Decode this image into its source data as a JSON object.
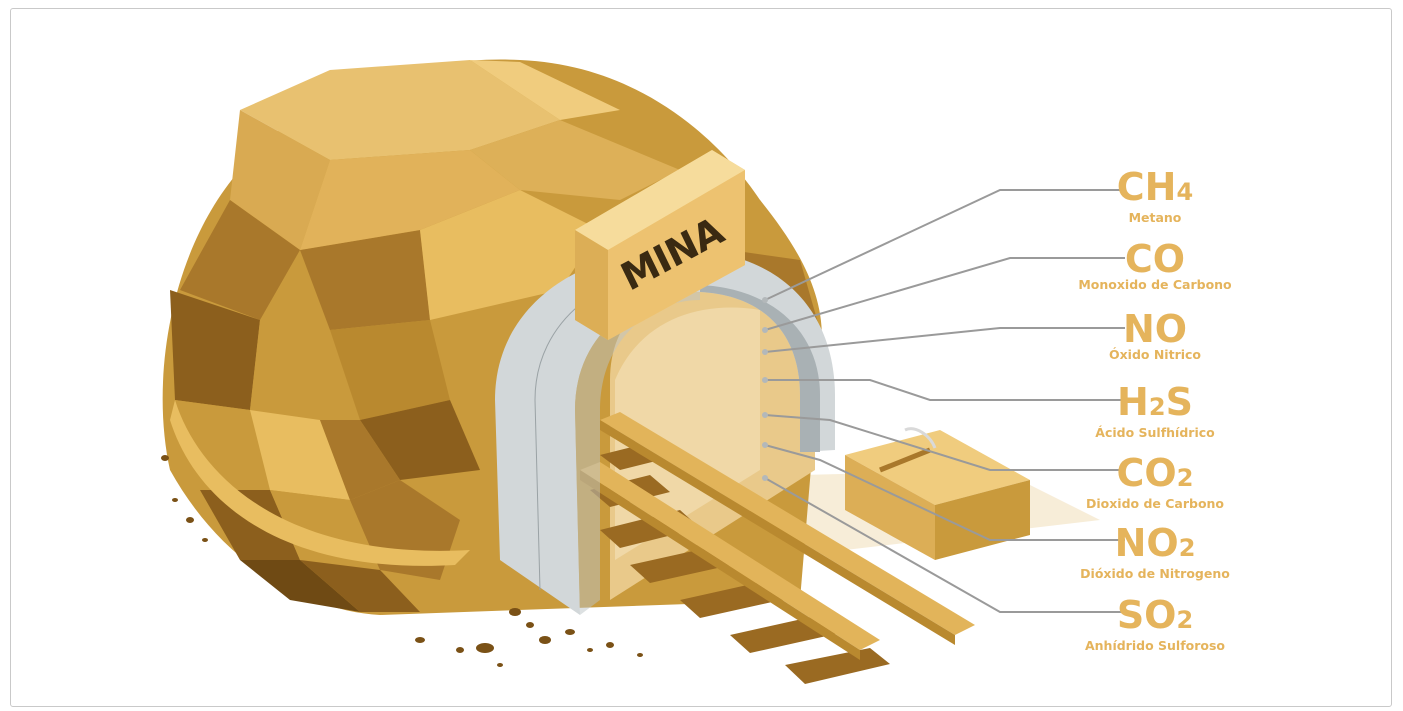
{
  "sign": {
    "text": "MINA"
  },
  "gases": [
    {
      "formula": "CH",
      "sub": "4",
      "name": "Metano"
    },
    {
      "formula": "CO",
      "sub": "",
      "name": "Monoxido de Carbono"
    },
    {
      "formula": "NO",
      "sub": "",
      "name": "Óxido Nitrico"
    },
    {
      "formula": "H",
      "sub": "2",
      "tail": "S",
      "name": "Ácido Sulfhídrico"
    },
    {
      "formula": "CO",
      "sub": "2",
      "name": "Dioxido de Carbono"
    },
    {
      "formula": "NO",
      "sub": "2",
      "name": "Dióxido de Nitrogeno"
    },
    {
      "formula": "SO",
      "sub": "2",
      "name": "Anhídrido Sulforoso"
    }
  ],
  "colors": {
    "rock_light": "#e8bd60",
    "rock_mid": "#c99a3c",
    "rock_dark": "#8c5f1d",
    "arch": "#d2d7d9",
    "label": "#e5b45c",
    "leader_line": "#9a9a9a"
  }
}
